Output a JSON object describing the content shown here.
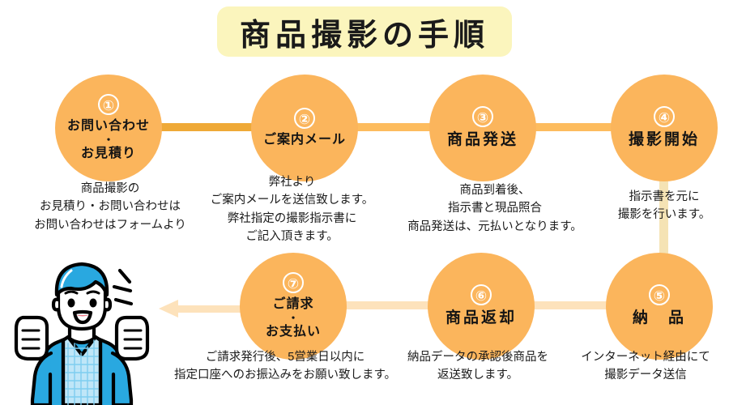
{
  "title": "商品撮影の手順",
  "colors": {
    "title_background": "#fbf5bd",
    "circle_fill": "#fbb55c",
    "connector_dark": "#efa937",
    "connector_mid": "#fdbc5e",
    "connector_pale": "#f5e3b4",
    "arrow": "#fde2bb",
    "illustration_blue": "#29a8e0",
    "text": "#1a1a1a"
  },
  "steps": [
    {
      "number": "①",
      "label_line1": "お問い合わせ",
      "separator": "・",
      "label_line2": "お見積り",
      "description": "商品撮影の\nお見積り・お問い合わせは\nお問い合わせはフォームより",
      "desc_lines": [
        "商品撮影の",
        "お見積り・お問い合わせは",
        "お問い合わせはフォームより"
      ]
    },
    {
      "number": "②",
      "label": "ご案内メール",
      "desc_lines": [
        "弊社より",
        "ご案内メールを送信致します。",
        "弊社指定の撮影指示書に",
        "ご記入頂きます。"
      ]
    },
    {
      "number": "③",
      "label": "商品発送",
      "desc_lines": [
        "商品到着後、",
        "指示書と現品照合",
        "商品発送は、元払いとなります。"
      ]
    },
    {
      "number": "④",
      "label": "撮影開始",
      "desc_lines": [
        "指示書を元に",
        "撮影を行います。"
      ]
    },
    {
      "number": "⑤",
      "label": "納　品",
      "desc_lines": [
        "インターネット経由にて",
        "撮影データ送信"
      ]
    },
    {
      "number": "⑥",
      "label": "商品返却",
      "desc_lines": [
        "納品データの承認後商品を",
        "返送致します。"
      ]
    },
    {
      "number": "⑦",
      "label_line1": "ご請求",
      "separator": "・",
      "label_line2": "お支払い",
      "desc_lines": [
        "ご請求発行後、5営業日以内に",
        "指定口座へのお振込みをお願い致します。"
      ]
    }
  ],
  "illustration": {
    "name": "happy-man-illustration",
    "alt": "両手を上げて喜ぶ男性のイラスト"
  }
}
